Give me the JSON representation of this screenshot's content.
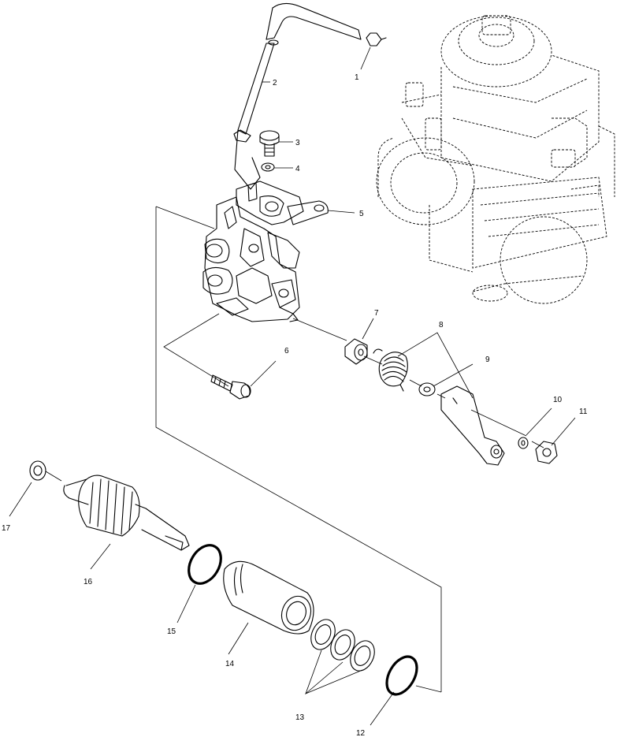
{
  "callouts": [
    {
      "number": "1"
    },
    {
      "number": "2"
    },
    {
      "number": "3"
    },
    {
      "number": "4"
    },
    {
      "number": "5"
    },
    {
      "number": "6"
    },
    {
      "number": "7"
    },
    {
      "number": "8"
    },
    {
      "number": "9"
    },
    {
      "number": "10"
    },
    {
      "number": "11"
    },
    {
      "number": "12"
    },
    {
      "number": "13"
    },
    {
      "number": "14"
    },
    {
      "number": "15"
    },
    {
      "number": "16"
    },
    {
      "number": "17"
    }
  ]
}
